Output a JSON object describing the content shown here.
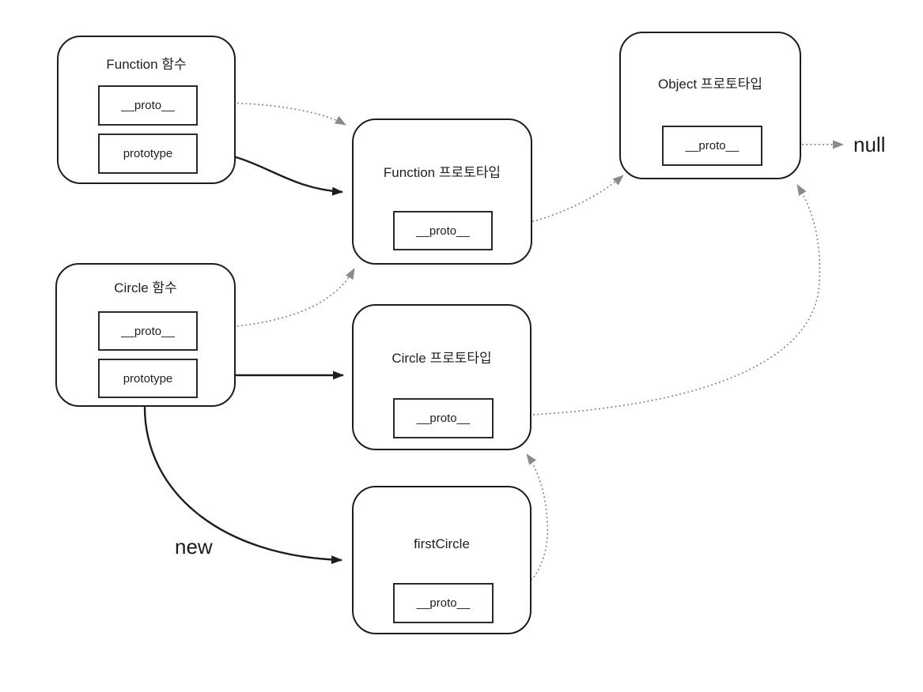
{
  "diagram": {
    "title": "JavaScript prototype chain",
    "boxes": [
      {
        "id": "function-constructor",
        "title": "Function 함수",
        "fields": [
          "__proto__",
          "prototype"
        ]
      },
      {
        "id": "function-prototype",
        "title": "Function 프로토타입",
        "fields": [
          "__proto__"
        ]
      },
      {
        "id": "object-prototype",
        "title": "Object 프로토타입",
        "fields": [
          "__proto__"
        ]
      },
      {
        "id": "circle-constructor",
        "title": "Circle 함수",
        "fields": [
          "__proto__",
          "prototype"
        ]
      },
      {
        "id": "circle-prototype",
        "title": "Circle 프로토타입",
        "fields": [
          "__proto__"
        ]
      },
      {
        "id": "first-circle",
        "title": "firstCircle",
        "fields": [
          "__proto__"
        ]
      }
    ],
    "labels": {
      "new_keyword": "new",
      "null_terminal": "null"
    },
    "edges": [
      {
        "from": "Function 함수.__proto__",
        "to": "Function 프로토타입",
        "style": "dotted"
      },
      {
        "from": "Function 함수.prototype",
        "to": "Function 프로토타입",
        "style": "solid"
      },
      {
        "from": "Circle 함수.__proto__",
        "to": "Function 프로토타입",
        "style": "dotted"
      },
      {
        "from": "Circle 함수.prototype",
        "to": "Circle 프로토타입",
        "style": "solid"
      },
      {
        "from": "Function 프로토타입.__proto__",
        "to": "Object 프로토타입",
        "style": "dotted"
      },
      {
        "from": "Circle 프로토타입.__proto__",
        "to": "Object 프로토타입",
        "style": "dotted"
      },
      {
        "from": "Object 프로토타입.__proto__",
        "to": "null",
        "style": "dotted"
      },
      {
        "from": "firstCircle.__proto__",
        "to": "Circle 프로토타입",
        "style": "dotted"
      },
      {
        "from": "Circle 함수",
        "to": "firstCircle",
        "style": "solid",
        "label": "new"
      }
    ],
    "colors": {
      "background": "#ffffff",
      "box_border": "#1d1d1d",
      "field_border": "#2a2a2a",
      "solid_arrow": "#1d1d1d",
      "dotted_arrow": "#8a8a8a",
      "text": "#1f1f1f"
    }
  }
}
